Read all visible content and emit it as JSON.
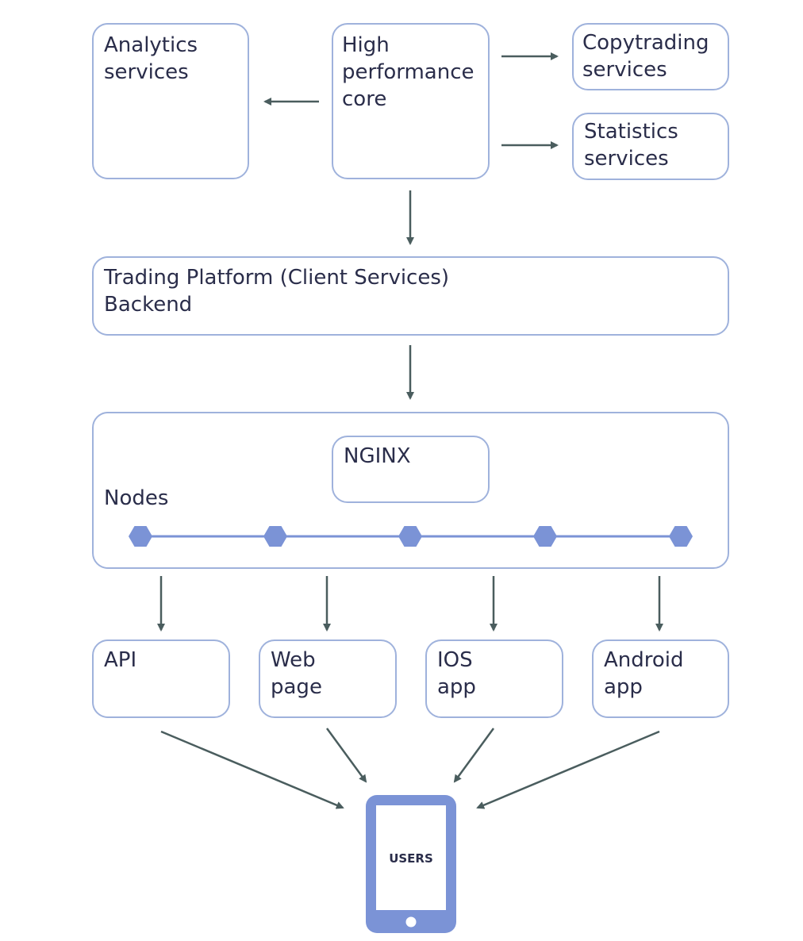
{
  "boxes": {
    "analytics": {
      "line1": "Analytics",
      "line2": "services"
    },
    "core": {
      "line1": "High",
      "line2": "performance",
      "line3": "core"
    },
    "copytrading": {
      "line1": "Copytrading",
      "line2": "services"
    },
    "statistics": {
      "line1": "Statistics",
      "line2": "services"
    },
    "trading_platform": {
      "line1": "Trading Platform (Client Services)",
      "line2": "Backend"
    },
    "nginx": {
      "line1": "NGINX"
    },
    "nodes": {
      "label": "Nodes"
    },
    "api": {
      "line1": "API"
    },
    "web": {
      "line1": "Web",
      "line2": "page"
    },
    "ios": {
      "line1": "IOS",
      "line2": "app"
    },
    "android": {
      "line1": "Android",
      "line2": "app"
    }
  },
  "users": {
    "label": "USERS"
  },
  "colors": {
    "box_border": "#9fb2dc",
    "arrow": "#4a5d5e",
    "node": "#7b93d6",
    "device": "#7b93d6",
    "text": "#2a2d4a"
  }
}
